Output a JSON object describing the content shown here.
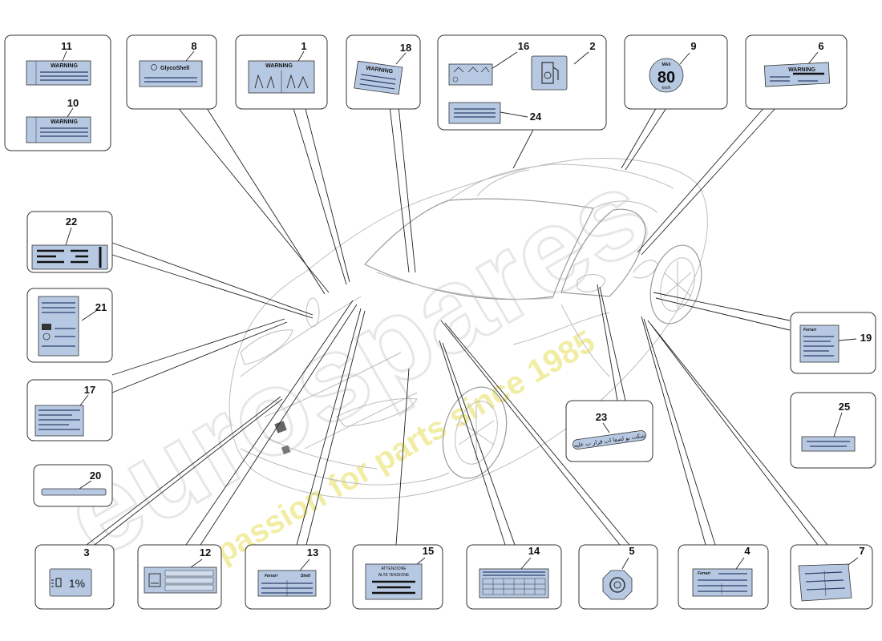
{
  "callouts": {
    "c1": "1",
    "c2": "2",
    "c3": "3",
    "c4": "4",
    "c5": "5",
    "c6": "6",
    "c7": "7",
    "c8": "8",
    "c9": "9",
    "c10": "10",
    "c11": "11",
    "c12": "12",
    "c13": "13",
    "c14": "14",
    "c15": "15",
    "c16": "16",
    "c17": "17",
    "c18": "18",
    "c19": "19",
    "c20": "20",
    "c21": "21",
    "c22": "22",
    "c23": "23",
    "c24": "24",
    "c25": "25"
  },
  "label_text": {
    "warning": "WARNING",
    "glycoshell": "GlycoShell",
    "shell": "Shell",
    "speed_max": "MAX",
    "speed_value": "80",
    "speed_unit": "km/h",
    "headlight_percent": "1%",
    "attenzione_line1": "ATTENZIONE",
    "attenzione_line2": "ALTA TENSIONE",
    "ferrari": "Ferrari",
    "arabic_strip": "شكت بو لصفا اب قرار ب عليه"
  },
  "watermark": {
    "brand": "eurospares",
    "tagline": "a passion for parts since 1985"
  },
  "colors": {
    "label_fill": "#b7c9e2",
    "watermark_brand": "#e6e6e6",
    "watermark_tagline": "#f2ee9a"
  }
}
